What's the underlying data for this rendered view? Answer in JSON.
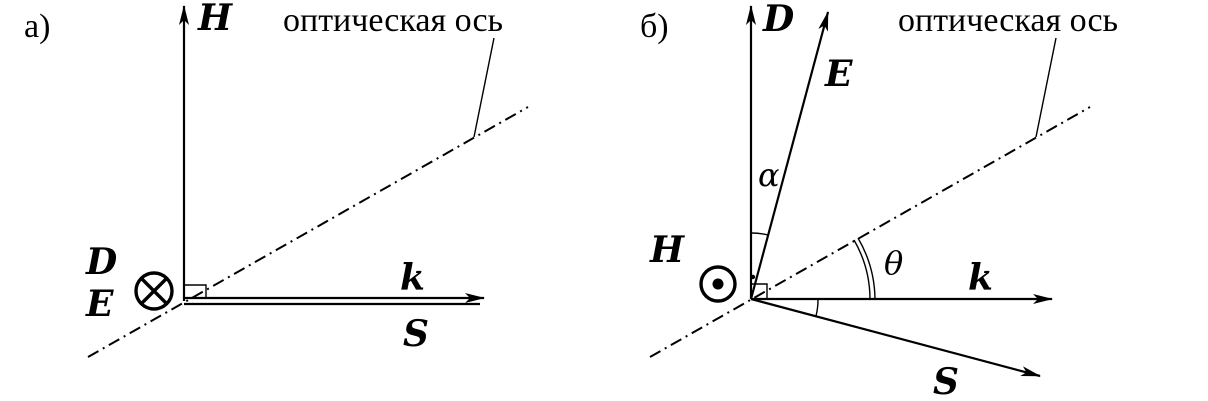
{
  "panel_a": {
    "label": "а)",
    "axis_caption": "оптическая ось",
    "vectors": {
      "H": "H",
      "k": "k",
      "S": "S",
      "D": "D",
      "E": "E"
    },
    "field_symbol": "into-page-cross-icon"
  },
  "panel_b": {
    "label": "б)",
    "axis_caption": "оптическая ось",
    "vectors": {
      "D": "D",
      "E": "E",
      "H": "H",
      "k": "k",
      "S": "S"
    },
    "angles": {
      "alpha": "α",
      "theta": "θ"
    },
    "field_symbol": "out-of-page-dot-icon"
  }
}
